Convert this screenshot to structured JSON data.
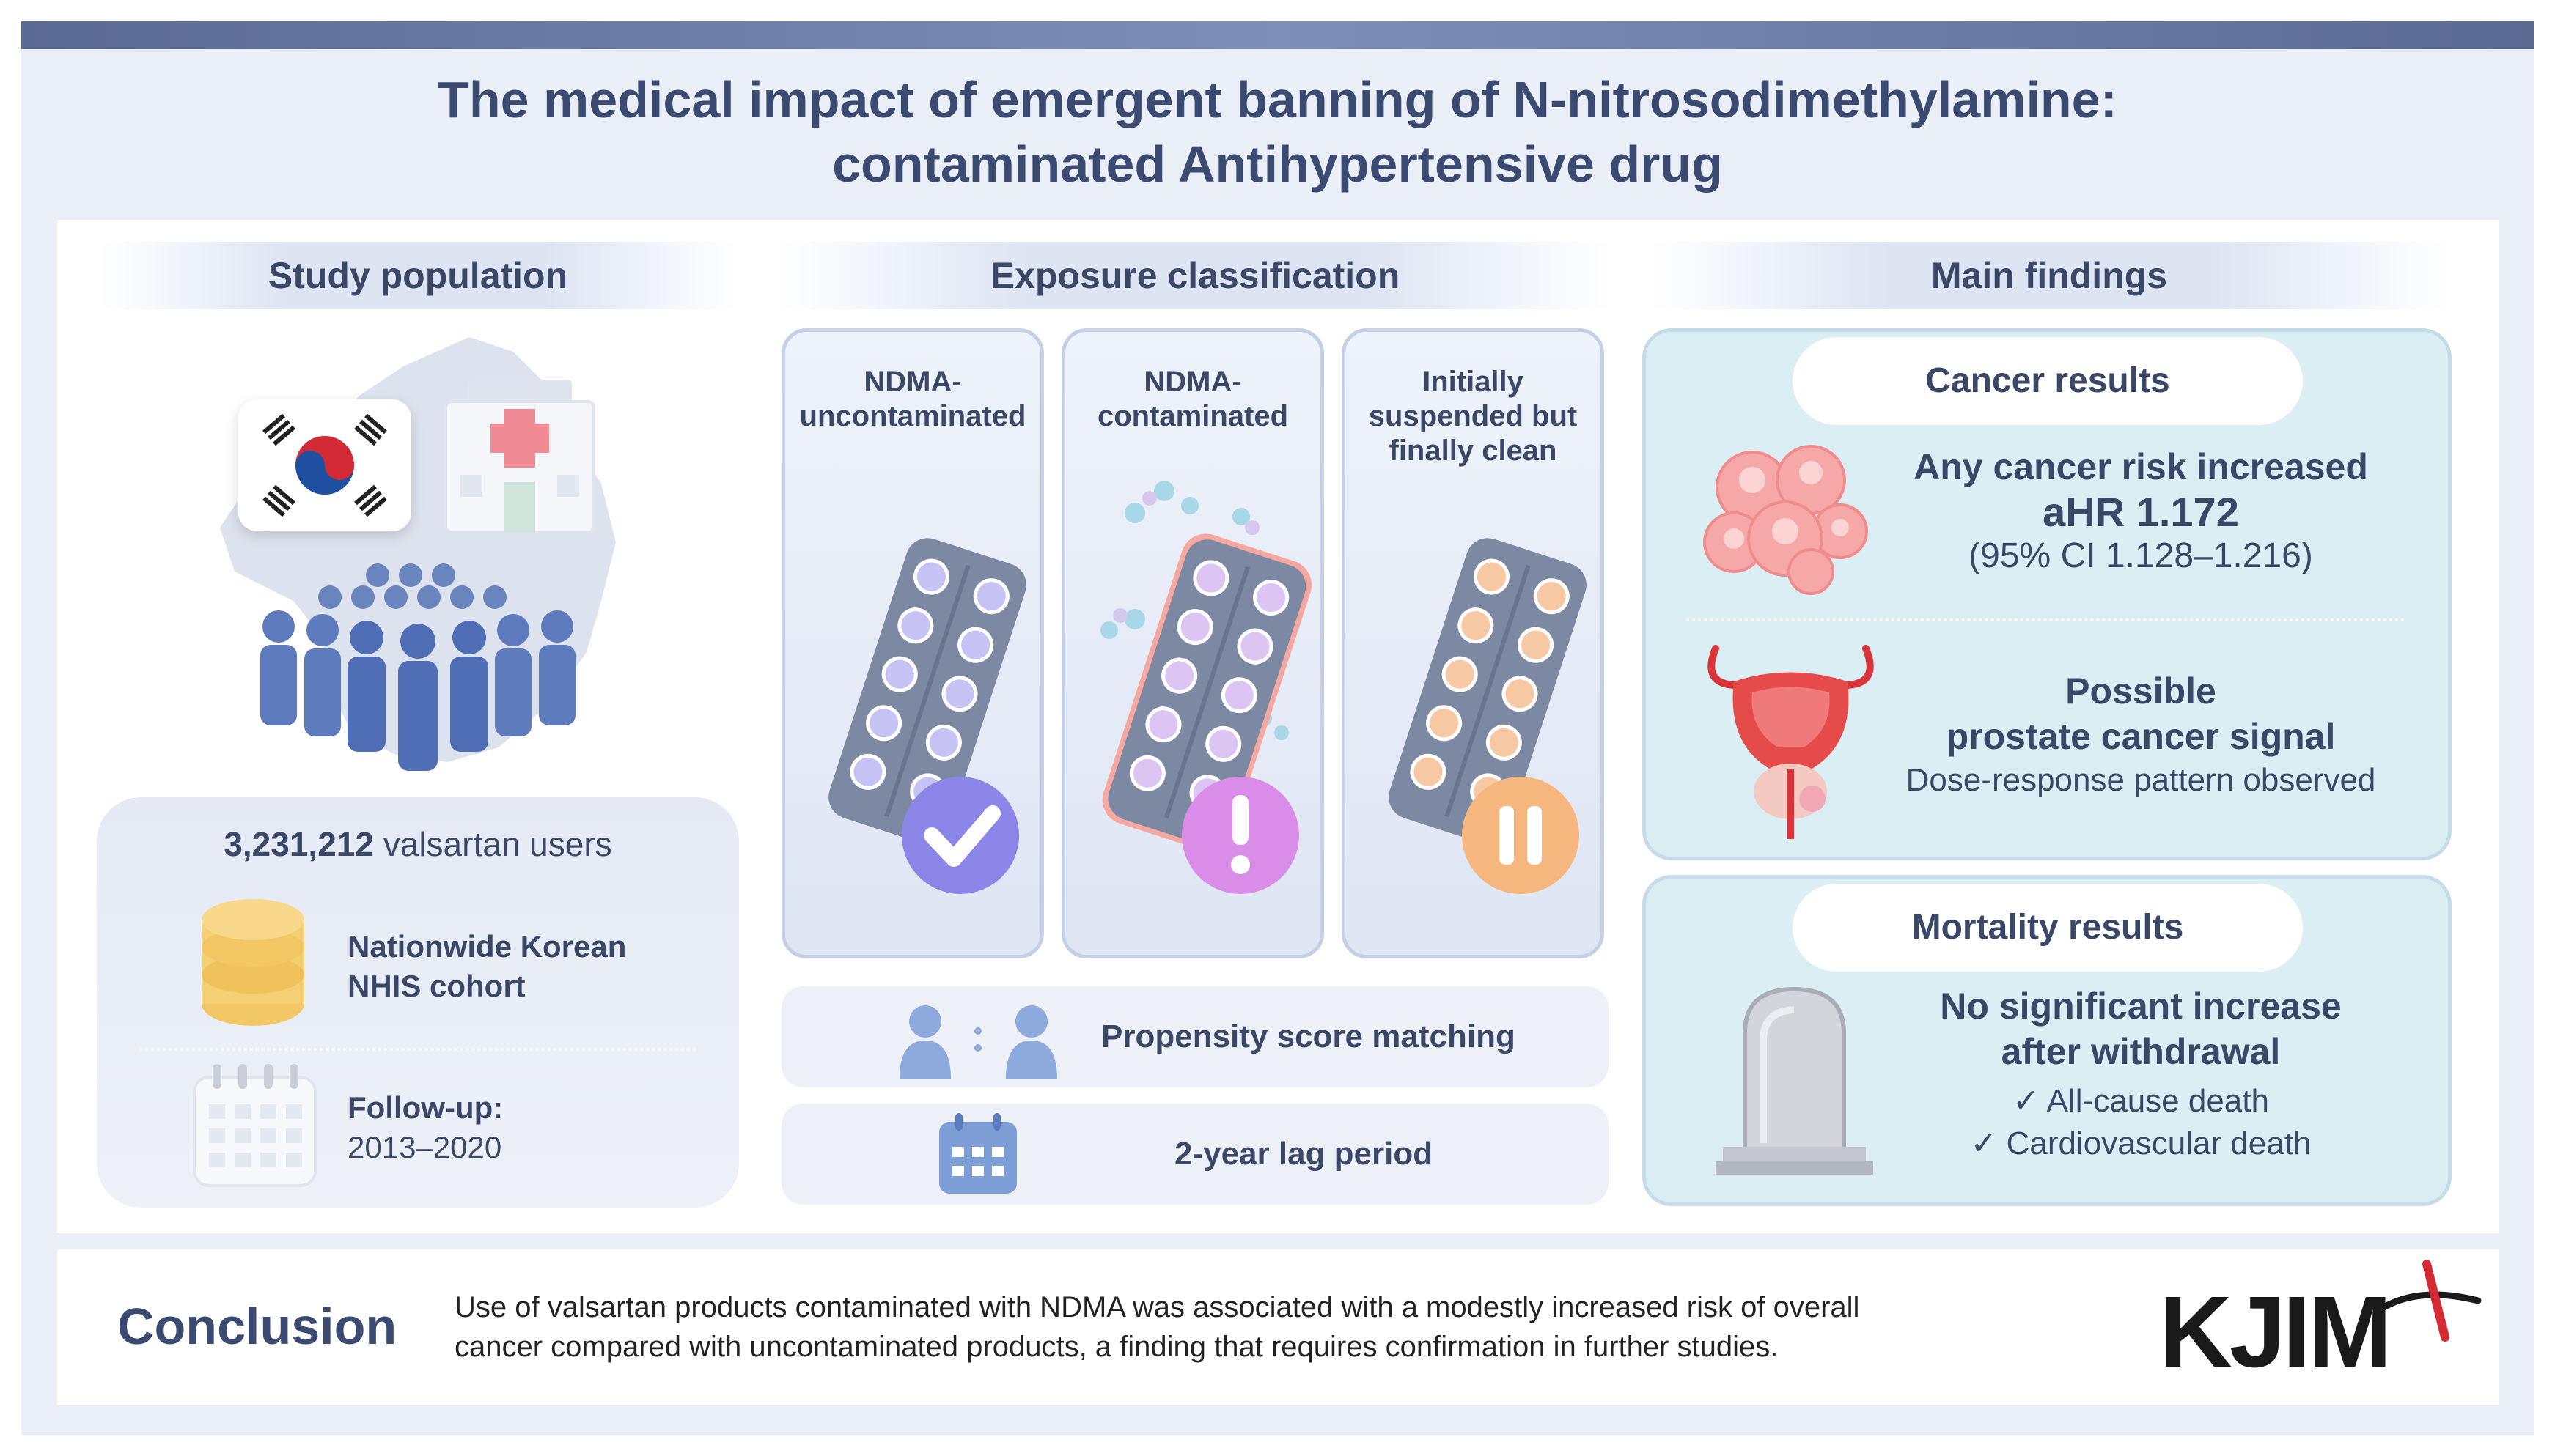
{
  "title": {
    "line1": "The medical impact of emergent banning of N-nitrosodimethylamine:",
    "line2": "contaminated Antihypertensive drug"
  },
  "columns": {
    "study": "Study population",
    "exposure": "Exposure classification",
    "findings": "Main findings"
  },
  "study_population": {
    "users_count": "3,231,212",
    "users_label": "valsartan users",
    "cohort_line1": "Nationwide Korean",
    "cohort_line2": "NHIS cohort",
    "followup_label": "Follow-up:",
    "followup_years": "2013–2020"
  },
  "exposure": {
    "groups": [
      {
        "line1": "NDMA-",
        "line2": "uncontaminated",
        "line3": ""
      },
      {
        "line1": "NDMA-",
        "line2": "contaminated",
        "line3": ""
      },
      {
        "line1": "Initially",
        "line2": "suspended but",
        "line3": "finally clean"
      }
    ],
    "matching": "Propensity score matching",
    "lag": "2-year lag period"
  },
  "findings": {
    "cancer_title": "Cancer results",
    "cancer_line1": "Any cancer risk increased",
    "cancer_line2": "aHR 1.172",
    "cancer_line3": "(95% CI 1.128–1.216)",
    "prostate_line1": "Possible",
    "prostate_line2": "prostate cancer signal",
    "prostate_line3": "Dose-response pattern observed",
    "mortality_title": "Mortality results",
    "mortality_line1": "No significant increase",
    "mortality_line2": "after withdrawal",
    "mortality_item1": "✓ All-cause death",
    "mortality_item2": "✓ Cardiovascular death"
  },
  "conclusion": {
    "label": "Conclusion",
    "text_line1": "Use of valsartan products contaminated with NDMA was associated with a modestly increased risk of overall",
    "text_line2": "cancer compared with uncontaminated products, a finding that requires confirmation in further studies."
  },
  "logo_text": "KJIM",
  "colors": {
    "accent": "#3a4a70",
    "findings_bg": "#dbeef4",
    "check_purple": "#8a85e6",
    "warning_pink": "#d98ce8",
    "pause_orange": "#f5b77e"
  }
}
